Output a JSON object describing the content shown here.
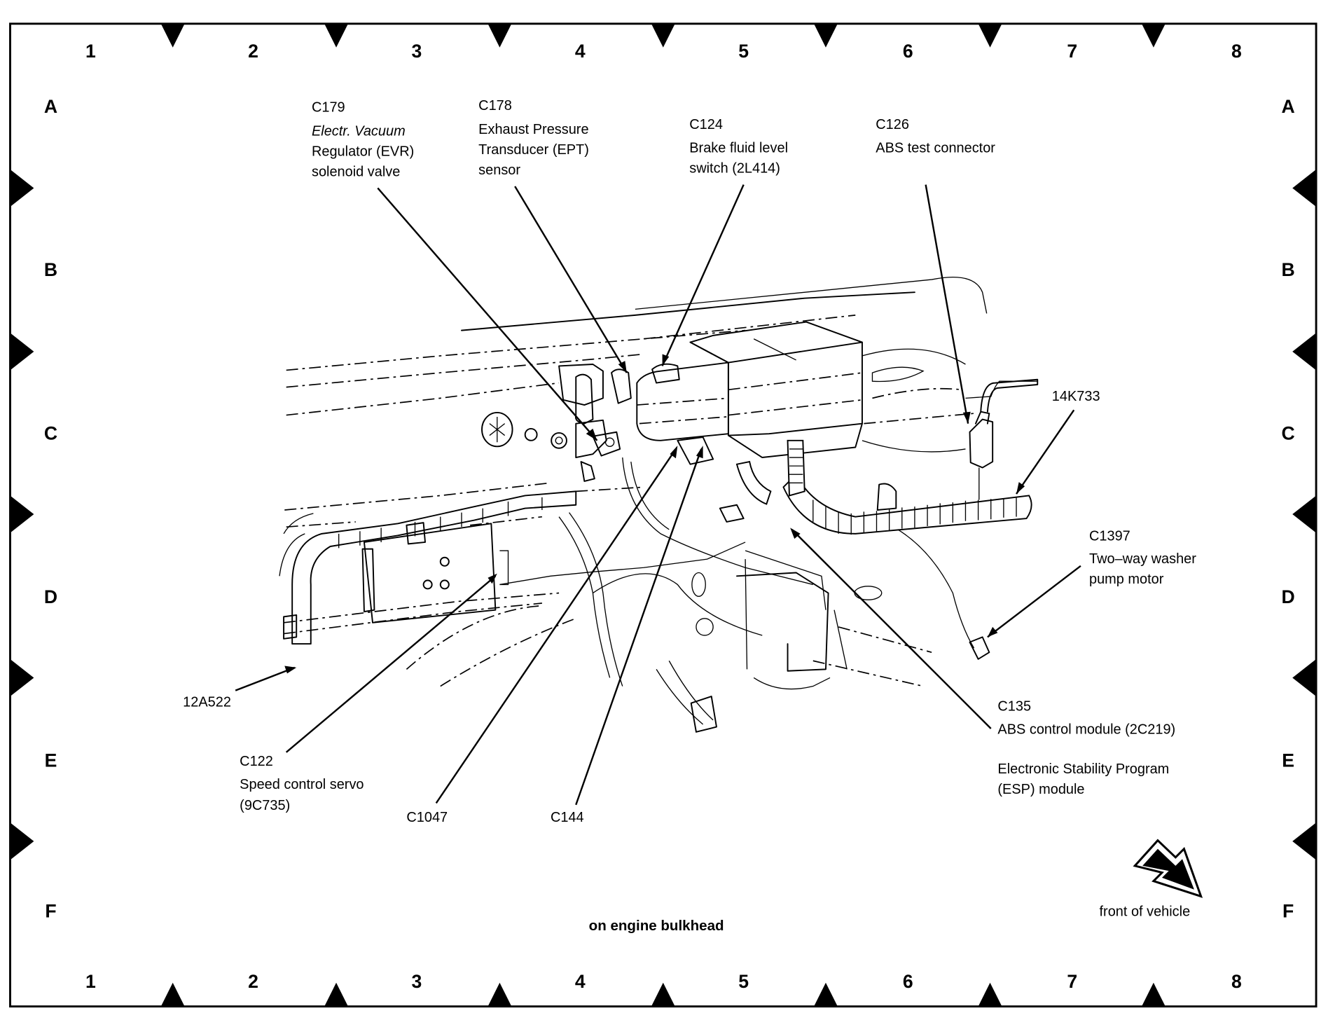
{
  "diagram": {
    "title": "on engine bulkhead",
    "orientation_label": "front of vehicle",
    "orientation_icon": "front-of-vehicle-arrow-icon",
    "grid": {
      "columns": [
        "1",
        "2",
        "3",
        "4",
        "5",
        "6",
        "7",
        "8"
      ],
      "rows": [
        "A",
        "B",
        "C",
        "D",
        "E",
        "F"
      ]
    },
    "callouts": [
      {
        "id": "C179",
        "lines": [
          "C179",
          "Electr. Vacuum",
          "Regulator (EVR)",
          "solenoid valve"
        ]
      },
      {
        "id": "C178",
        "lines": [
          "C178",
          "Exhaust Pressure",
          "Transducer (EPT)",
          "sensor"
        ]
      },
      {
        "id": "C124",
        "lines": [
          "C124",
          "Brake fluid level",
          "switch (2L414)"
        ]
      },
      {
        "id": "C126",
        "lines": [
          "C126",
          "ABS test connector"
        ]
      },
      {
        "id": "14K733",
        "lines": [
          "14K733"
        ]
      },
      {
        "id": "C1397",
        "lines": [
          "C1397",
          "Two–way washer",
          "pump motor"
        ]
      },
      {
        "id": "12A522",
        "lines": [
          "12A522"
        ]
      },
      {
        "id": "C122",
        "lines": [
          "C122",
          "Speed control servo",
          "(9C735)"
        ]
      },
      {
        "id": "C1047",
        "lines": [
          "C1047"
        ]
      },
      {
        "id": "C144",
        "lines": [
          "C144"
        ]
      },
      {
        "id": "C135",
        "lines": [
          "C135",
          "ABS control module (2C219)",
          "",
          "Electronic Stability Program",
          "(ESP) module"
        ]
      }
    ]
  }
}
